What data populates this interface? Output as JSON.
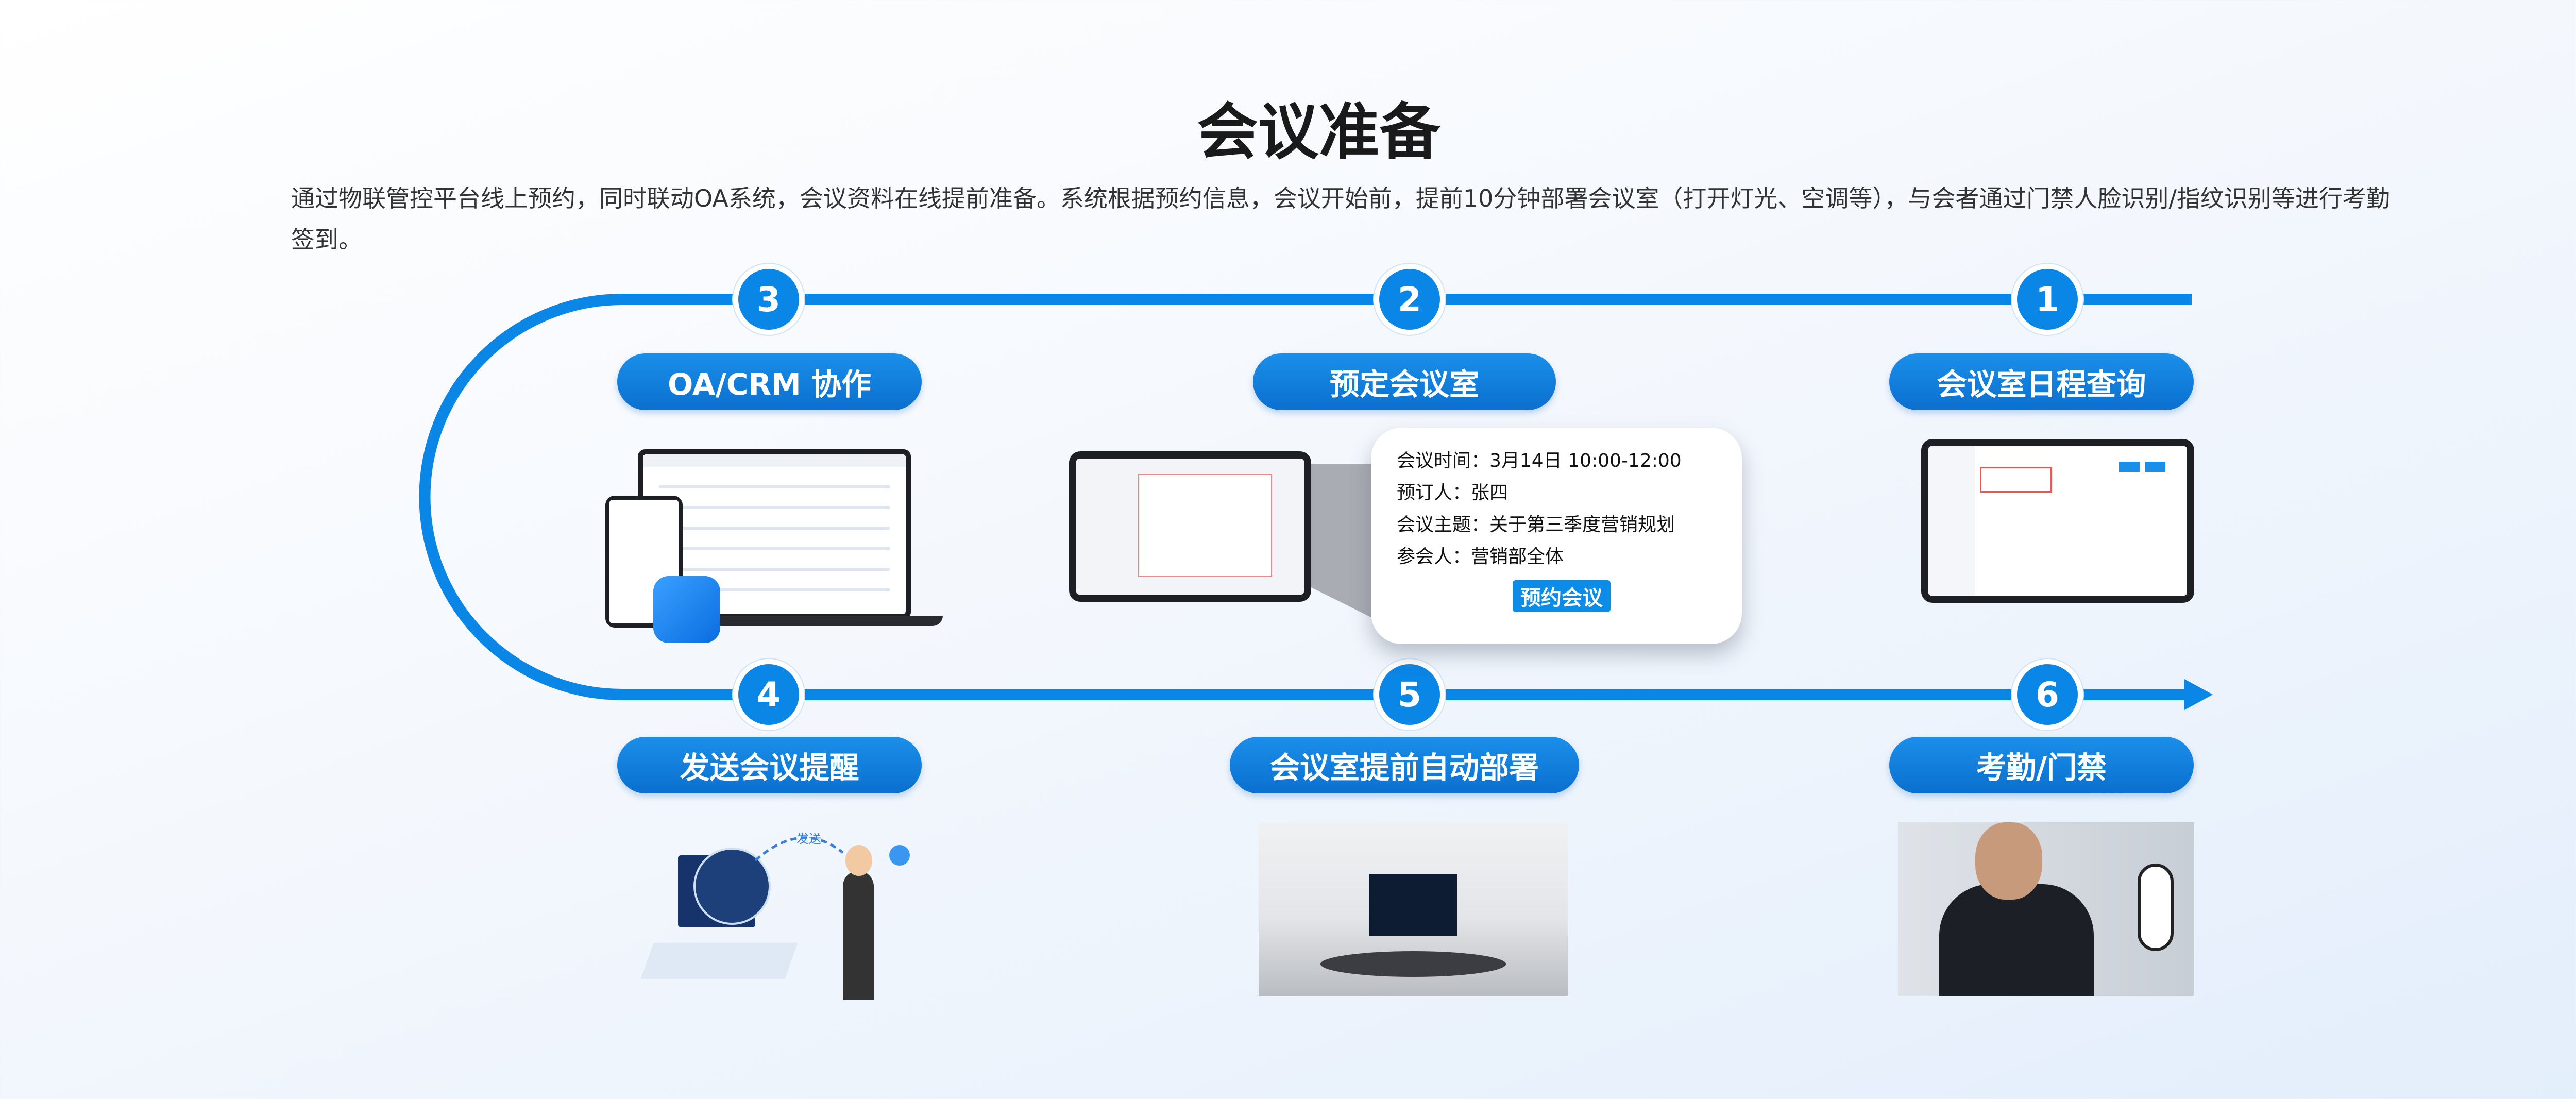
{
  "title": "会议准备",
  "description": "通过物联管控平台线上预约，同时联动OA系统，会议资料在线提前准备。系统根据预约信息，会议开始前，提前10分钟部署会议室（打开灯光、空调等），与会者通过门禁人脸识别/指纹识别等进行考勤签到。",
  "accent": "#0a86e6",
  "steps": [
    {
      "num": "1",
      "label": "会议室日程查询"
    },
    {
      "num": "2",
      "label": "预定会议室"
    },
    {
      "num": "3",
      "label": "OA/CRM 协作"
    },
    {
      "num": "4",
      "label": "发送会议提醒"
    },
    {
      "num": "5",
      "label": "会议室提前自动部署"
    },
    {
      "num": "6",
      "label": "考勤/门禁"
    }
  ],
  "booking_card": {
    "time": "会议时间：3月14日 10:00-12:00",
    "booker": "预订人：张四",
    "topic": "会议主题：关于第三季度营销规划",
    "attendees": "参会人：营销部全体",
    "button": "预约会议"
  },
  "reminder_illustration": {
    "send_label": "发送"
  }
}
